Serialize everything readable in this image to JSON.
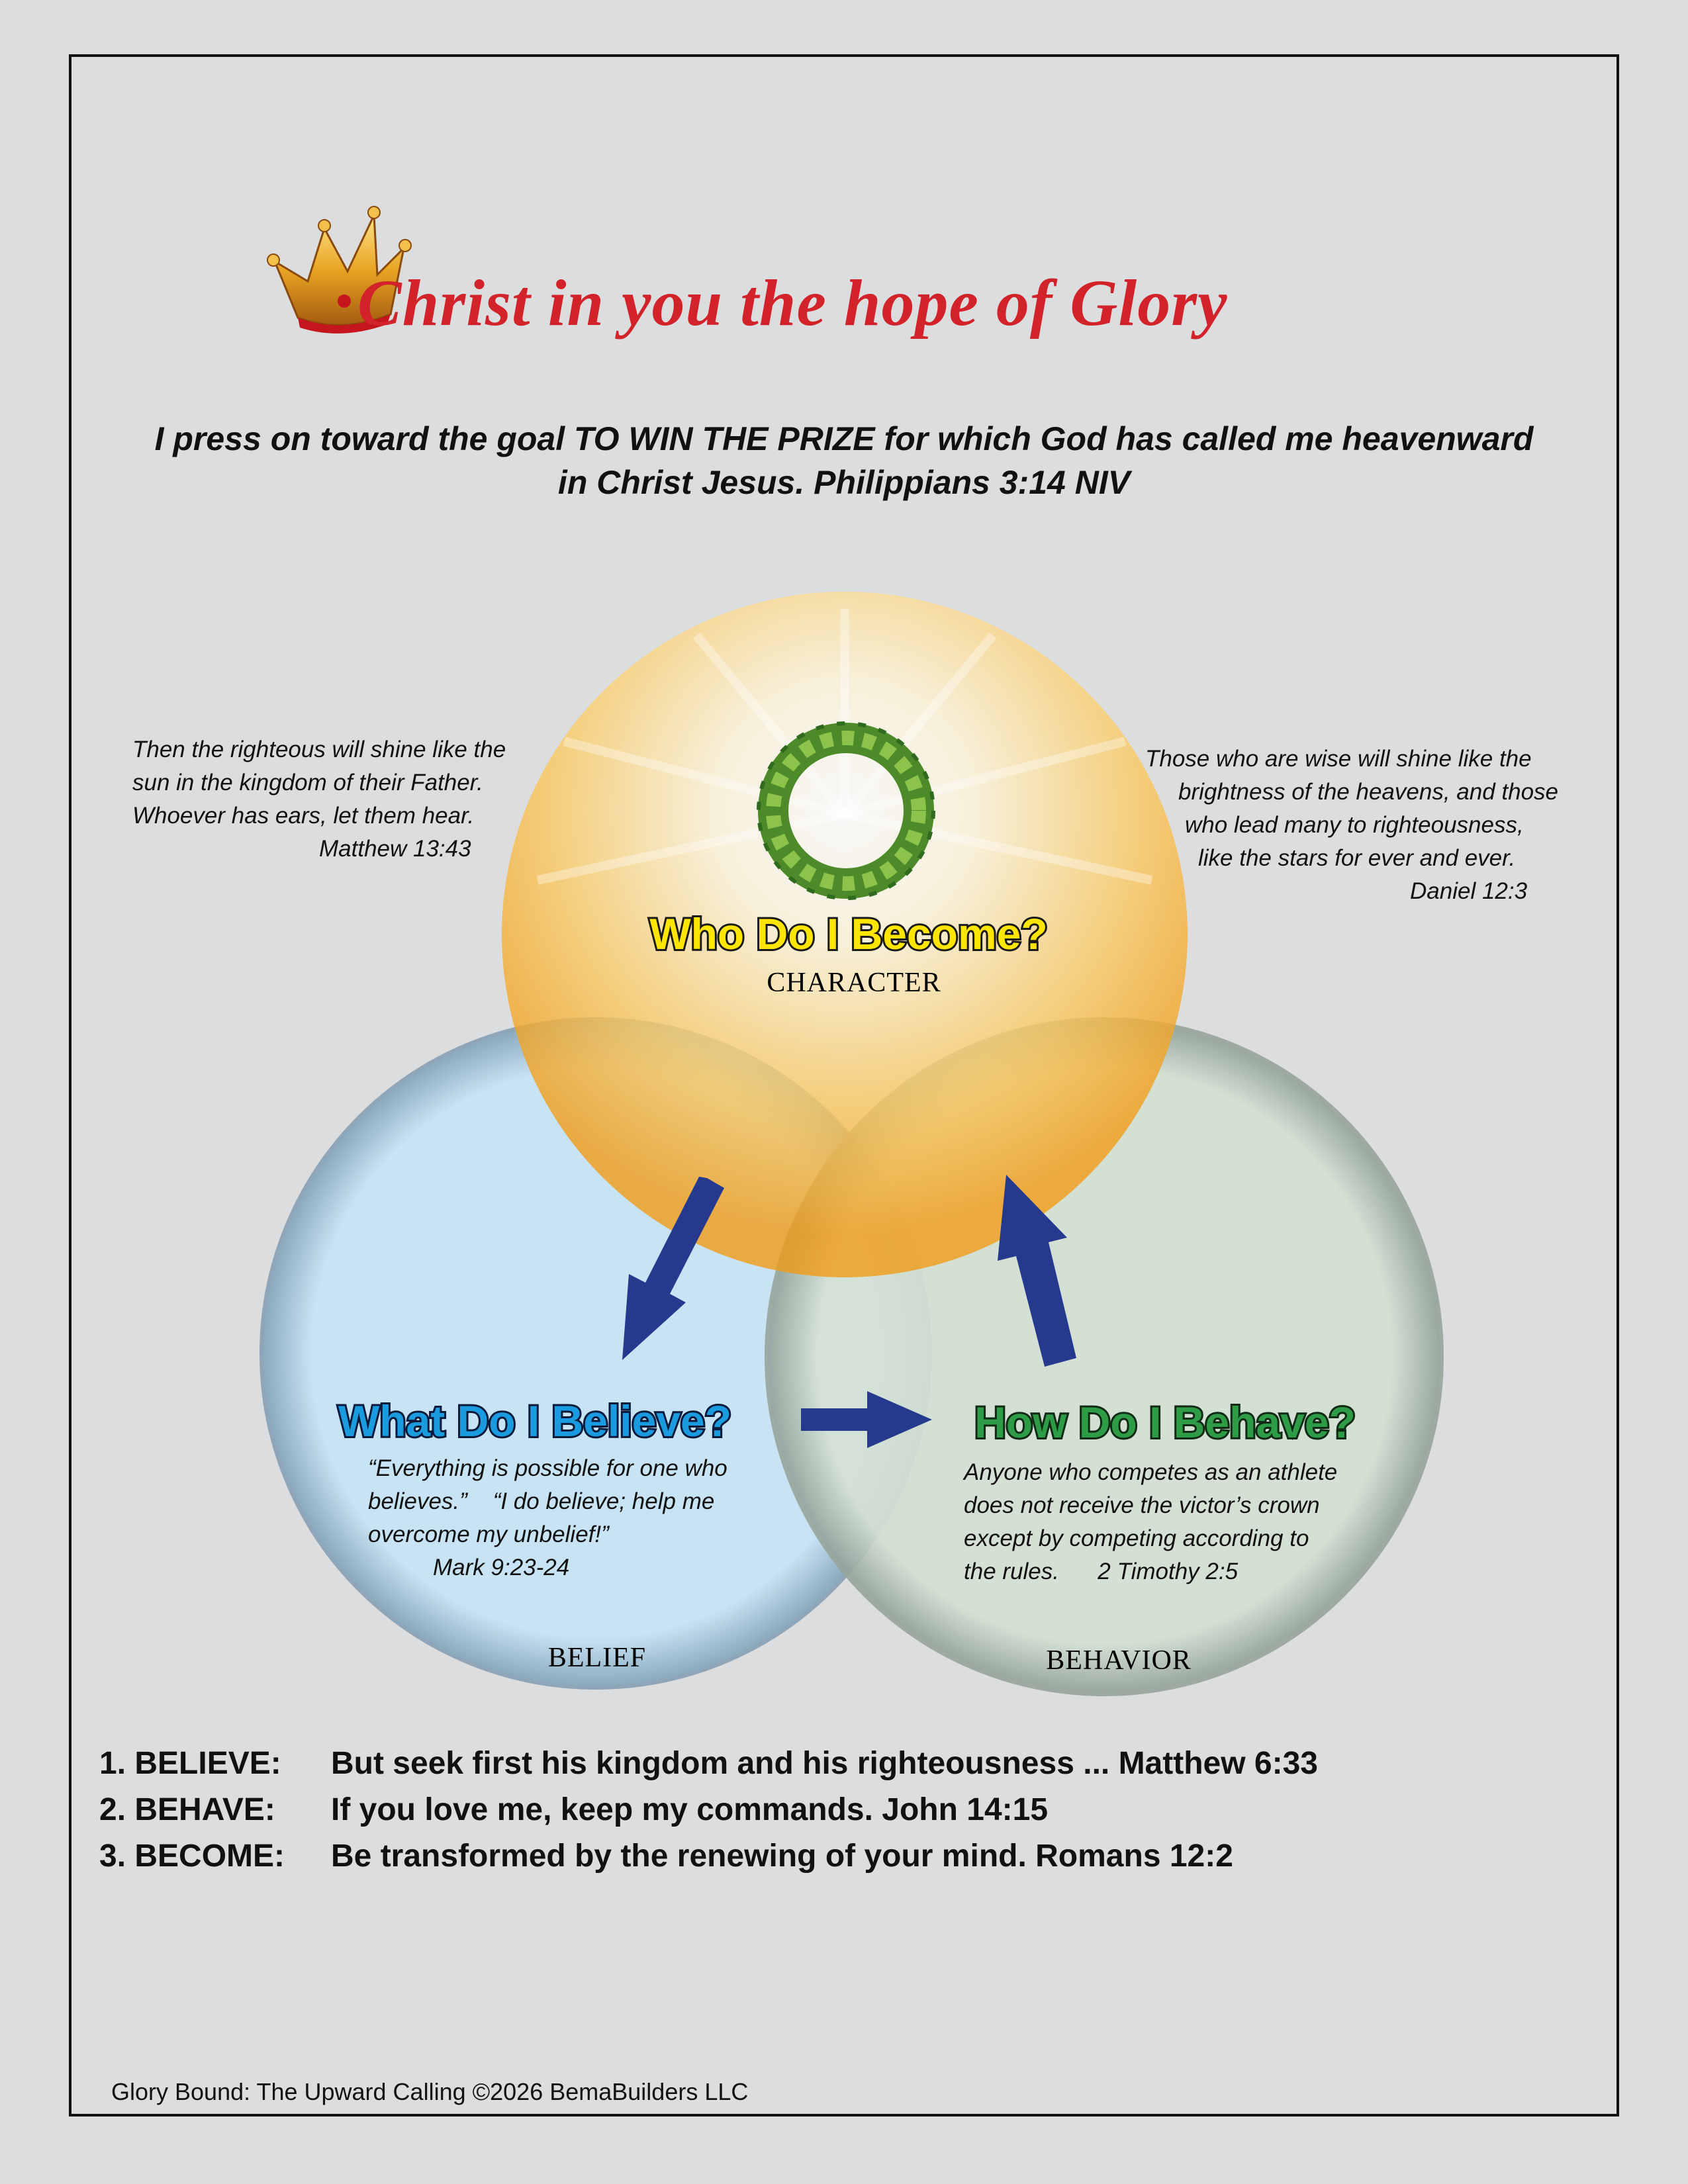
{
  "header": {
    "title": "Christ in you the hope of Glory",
    "subtitle_line1": "I press on toward the goal TO WIN THE PRIZE for which God has called me heavenward",
    "subtitle_line2": "in Christ Jesus.  Philippians 3:14 NIV"
  },
  "diagram": {
    "colors": {
      "character": "#f5a623",
      "belief": "#c8e3f3",
      "behavior": "#d3dfd2",
      "arrow": "#253a8e",
      "title_red": "#d2232a"
    },
    "top_circle": {
      "heading": "Who Do I Become?",
      "label": "CHARACTER",
      "heading_color": "#ffe600"
    },
    "left_circle": {
      "heading": "What Do I Believe?",
      "label": "BELIEF",
      "heading_color": "#1a9be0",
      "quote_lines": [
        "“Everything is possible for one who",
        "believes.”    “I do believe; help me",
        "overcome my unbelief!”",
        "Mark 9:23-24"
      ]
    },
    "right_circle": {
      "heading": "How Do I Behave?",
      "label": "BEHAVIOR",
      "heading_color": "#2e9b47",
      "quote_lines": [
        "Anyone who competes as an athlete",
        "does not receive the victor’s crown",
        "except by competing according to",
        "the rules.      2 Timothy 2:5"
      ]
    },
    "left_quote": [
      "Then the righteous will shine like the",
      "sun in the kingdom of their Father.",
      "Whoever has ears, let them hear.",
      "Matthew 13:43"
    ],
    "right_quote": [
      "Those who are wise will shine like the",
      "brightness of the heavens, and those",
      "who lead many to righteousness,",
      "like the stars for ever and ever.",
      "Daniel 12:3"
    ]
  },
  "steps": [
    {
      "key": "1. BELIEVE:",
      "text": "But seek first his kingdom and his righteousness ...   Matthew 6:33"
    },
    {
      "key": "2. BEHAVE:",
      "text": "If you love me, keep my commands. John 14:15"
    },
    {
      "key": "3. BECOME:",
      "text": " Be transformed by the renewing of your mind.  Romans 12:2"
    }
  ],
  "footer": "Glory Bound: The Upward Calling  ©2026 BemaBuilders LLC"
}
